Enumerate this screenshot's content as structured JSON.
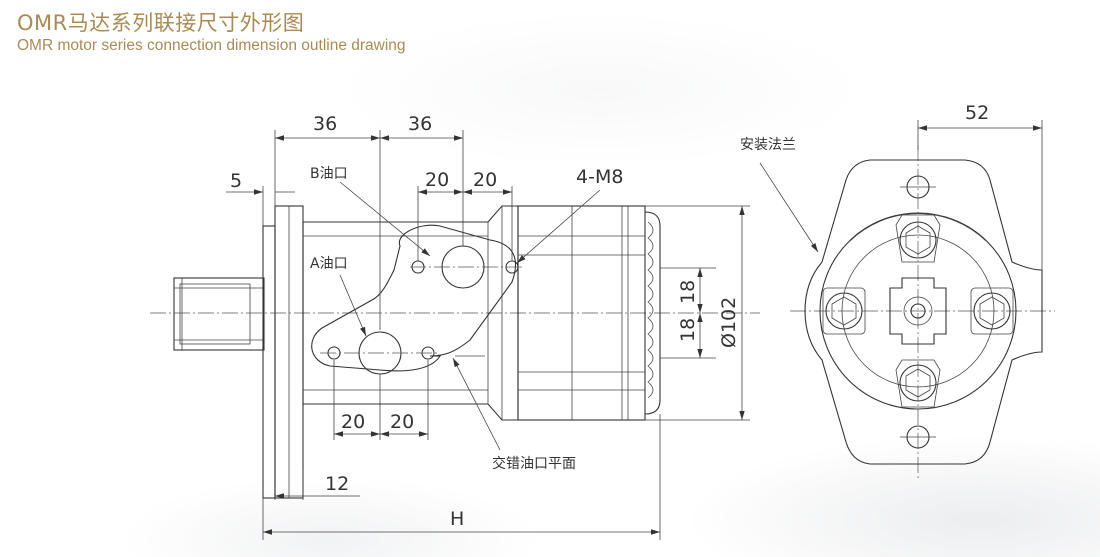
{
  "title": {
    "cn": "OMR马达系列联接尺寸外形图",
    "en": "OMR motor series connection dimension outline drawing"
  },
  "dimensions": {
    "d36a": "36",
    "d36b": "36",
    "d5": "5",
    "d20_top_a": "20",
    "d20_top_b": "20",
    "d4m8": "4-M8",
    "d18a": "18",
    "d18b": "18",
    "d102": "Ø102",
    "d20_bot_a": "20",
    "d20_bot_b": "20",
    "d12": "12",
    "dH": "H",
    "d52": "52"
  },
  "labels": {
    "port_b": "B油口",
    "port_a": "A油口",
    "cross_port": "交错油口平面",
    "mount_flange": "安装法兰"
  },
  "colors": {
    "title": "#a98a55",
    "line": "#333333"
  }
}
